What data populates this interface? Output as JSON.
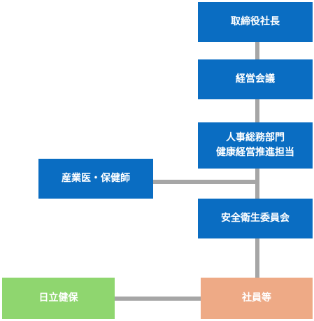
{
  "org_chart": {
    "president": "取締役社長",
    "management_council": "経営会議",
    "hr_department": {
      "line1": "人事総務部門",
      "line2": "健康経営推進担当"
    },
    "industrial_physician": "産業医・保健師",
    "safety_committee": "安全衛生委員会",
    "employees": "社員等",
    "health_insurance": "日立健保"
  },
  "colors": {
    "primary_box": "#0a6dc2",
    "insurance_box": "#8fd66f",
    "employee_box": "#eeaa86",
    "connector": "#a6a6a6"
  }
}
